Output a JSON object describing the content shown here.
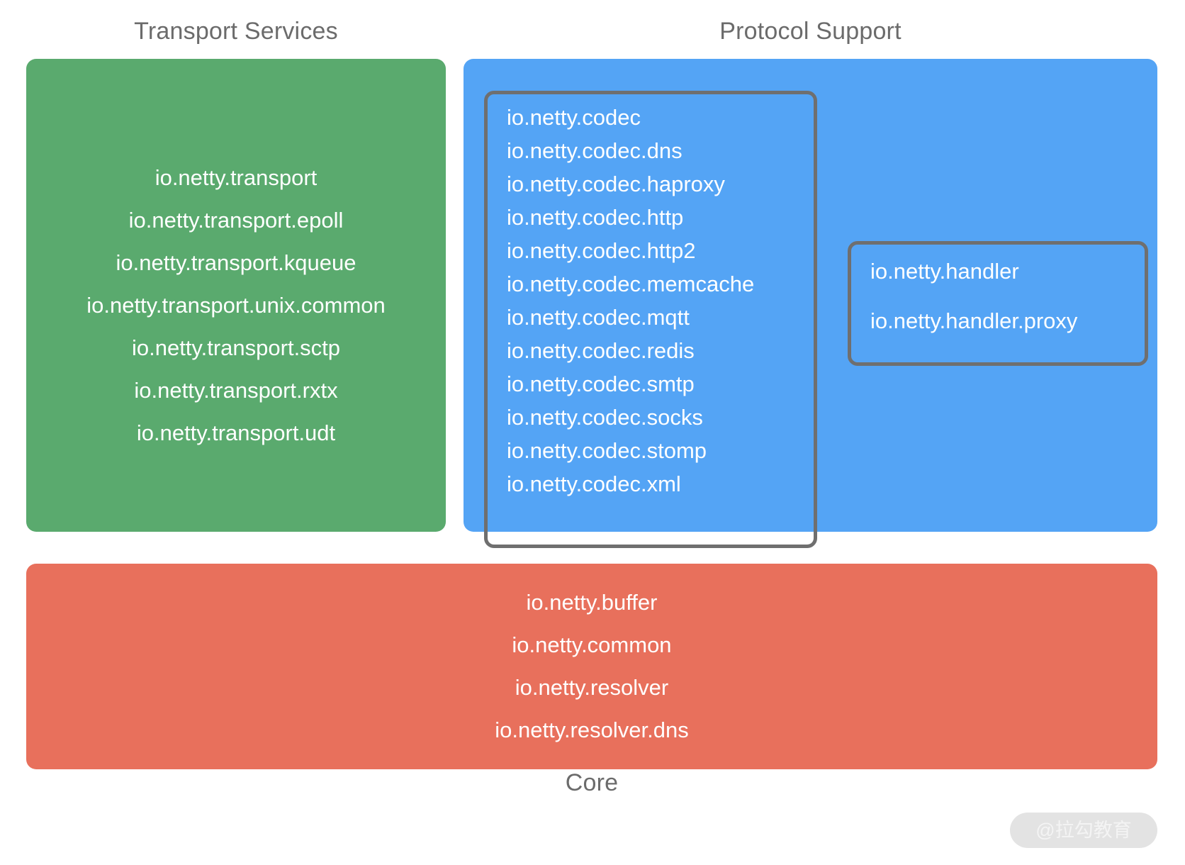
{
  "sections": {
    "transport": {
      "caption": "Transport Services",
      "color": "#5aaa6e",
      "packages": [
        "io.netty.transport",
        "io.netty.transport.epoll",
        "io.netty.transport.kqueue",
        "io.netty.transport.unix.common",
        "io.netty.transport.sctp",
        "io.netty.transport.rxtx",
        "io.netty.transport.udt"
      ]
    },
    "protocol": {
      "caption": "Protocol Support",
      "color": "#54a4f5",
      "codec_group": {
        "border_color": "#6f6f6f",
        "packages": [
          "io.netty.codec",
          "io.netty.codec.dns",
          "io.netty.codec.haproxy",
          "io.netty.codec.http",
          "io.netty.codec.http2",
          "io.netty.codec.memcache",
          "io.netty.codec.mqtt",
          "io.netty.codec.redis",
          "io.netty.codec.smtp",
          "io.netty.codec.socks",
          "io.netty.codec.stomp",
          "io.netty.codec.xml"
        ]
      },
      "handler_group": {
        "border_color": "#6f6f6f",
        "packages": [
          "io.netty.handler",
          "io.netty.handler.proxy"
        ]
      }
    },
    "core": {
      "caption": "Core",
      "color": "#e8705c",
      "packages": [
        "io.netty.buffer",
        "io.netty.common",
        "io.netty.resolver",
        "io.netty.resolver.dns"
      ]
    }
  },
  "watermark": {
    "text": "@拉勾教育"
  }
}
